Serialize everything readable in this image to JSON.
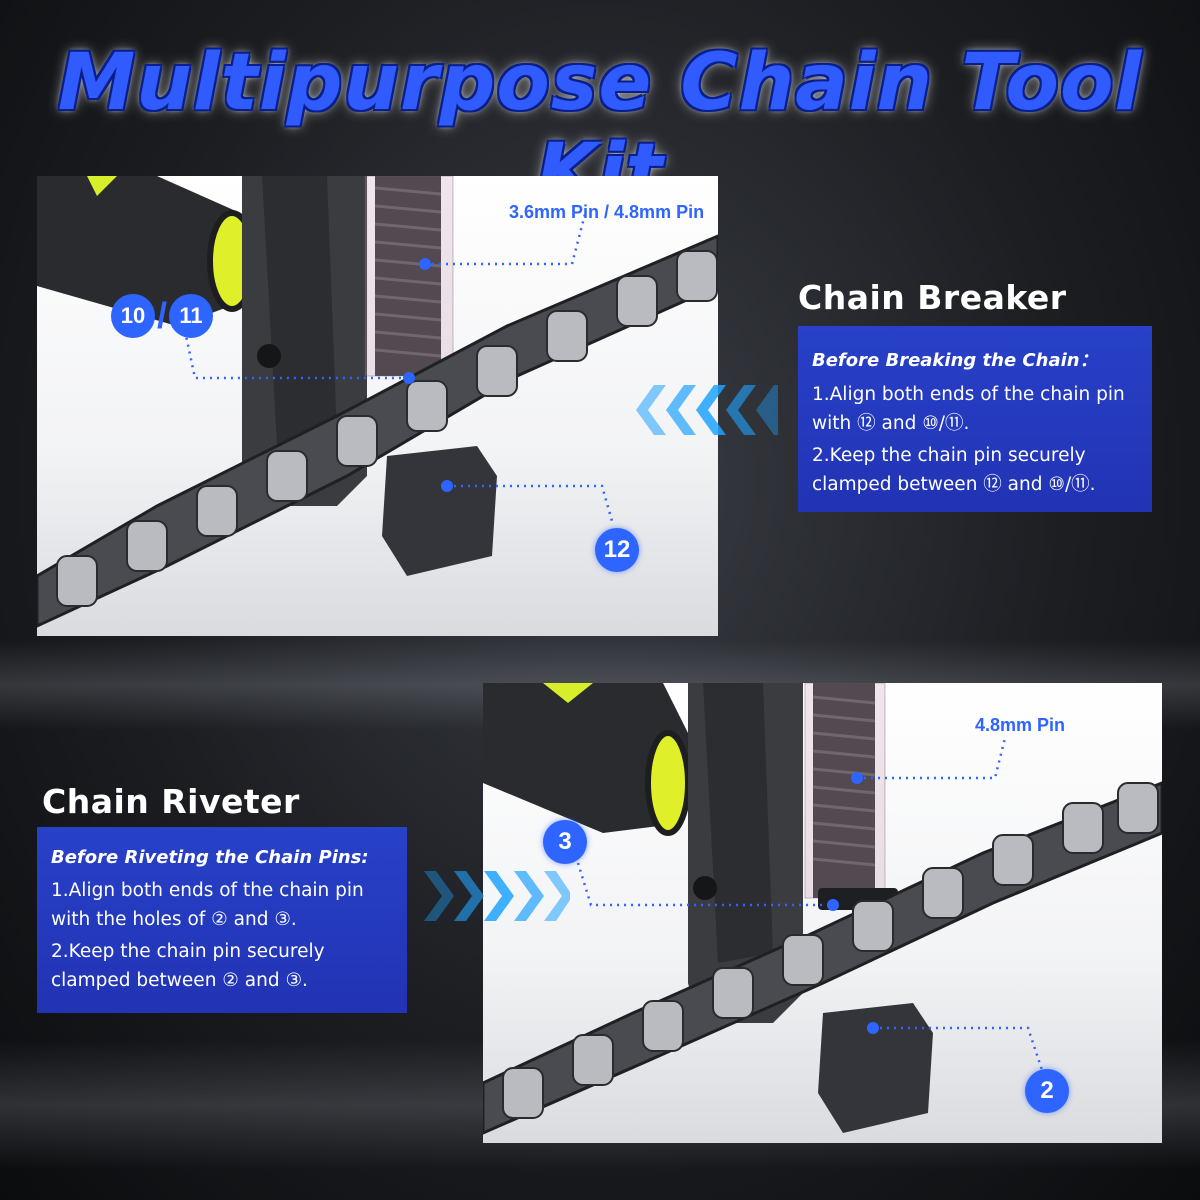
{
  "title": "Multipurpose Chain Tool Kit",
  "breaker": {
    "heading": "Chain Breaker",
    "pin_label": "3.6mm Pin / 4.8mm Pin",
    "badge_a": "10",
    "badge_sep": "/",
    "badge_b": "11",
    "badge_12": "12",
    "panel": {
      "heading": "Before Breaking the Chain：",
      "line1": "1.Align both ends of the chain pin with ⑫ and ⑩/⑪.",
      "line2": "2.Keep the chain pin securely clamped between ⑫ and ⑩/⑪."
    }
  },
  "riveter": {
    "heading": "Chain Riveter",
    "pin_label": "4.8mm Pin",
    "badge_3": "3",
    "badge_2": "2",
    "panel": {
      "heading": "Before Riveting the Chain Pins:",
      "line1": "1.Align both ends of the chain pin with the holes of ② and ③.",
      "line2": "2.Keep the chain pin securely clamped between ② and ③."
    }
  },
  "colors": {
    "accent": "#2e64ff",
    "panel": "#2538bf",
    "arrow": "#1fa3ff"
  },
  "icons": [
    "chevrons-left-icon",
    "chevrons-right-icon"
  ]
}
